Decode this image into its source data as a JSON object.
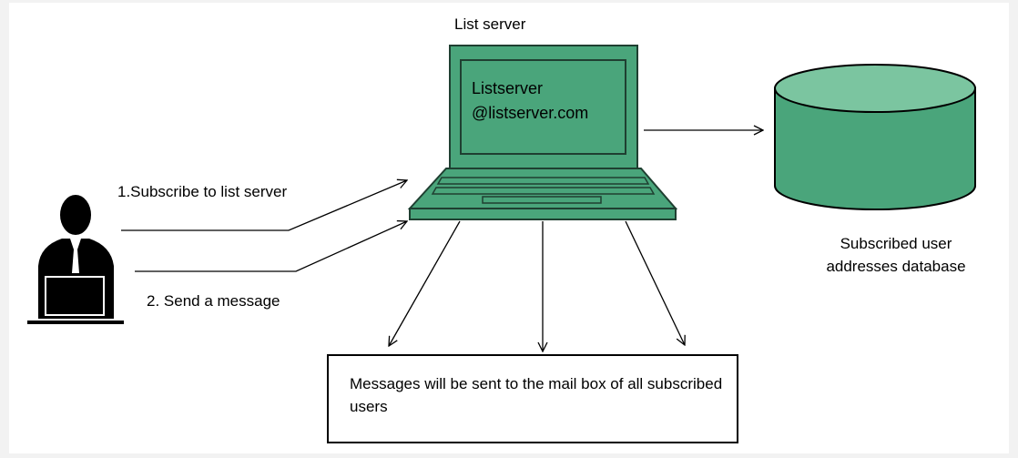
{
  "colors": {
    "accent": "#4aa57b",
    "accent_light": "#7bc5a0",
    "outline": "#1f3f31",
    "text": "#000000"
  },
  "diagram": {
    "server_title": "List server",
    "screen_line1": "Listserver",
    "screen_line2": "@listserver.com",
    "step1": "1.Subscribe  to list server",
    "step2": "2. Send  a message",
    "database_line1": "Subscribed  user",
    "database_line2": "addresses  database",
    "messages_text": "Messages will be sent to the mail box of all subscribed  users"
  },
  "icons": [
    "user-at-laptop-icon",
    "laptop-icon",
    "database-cylinder-icon"
  ]
}
